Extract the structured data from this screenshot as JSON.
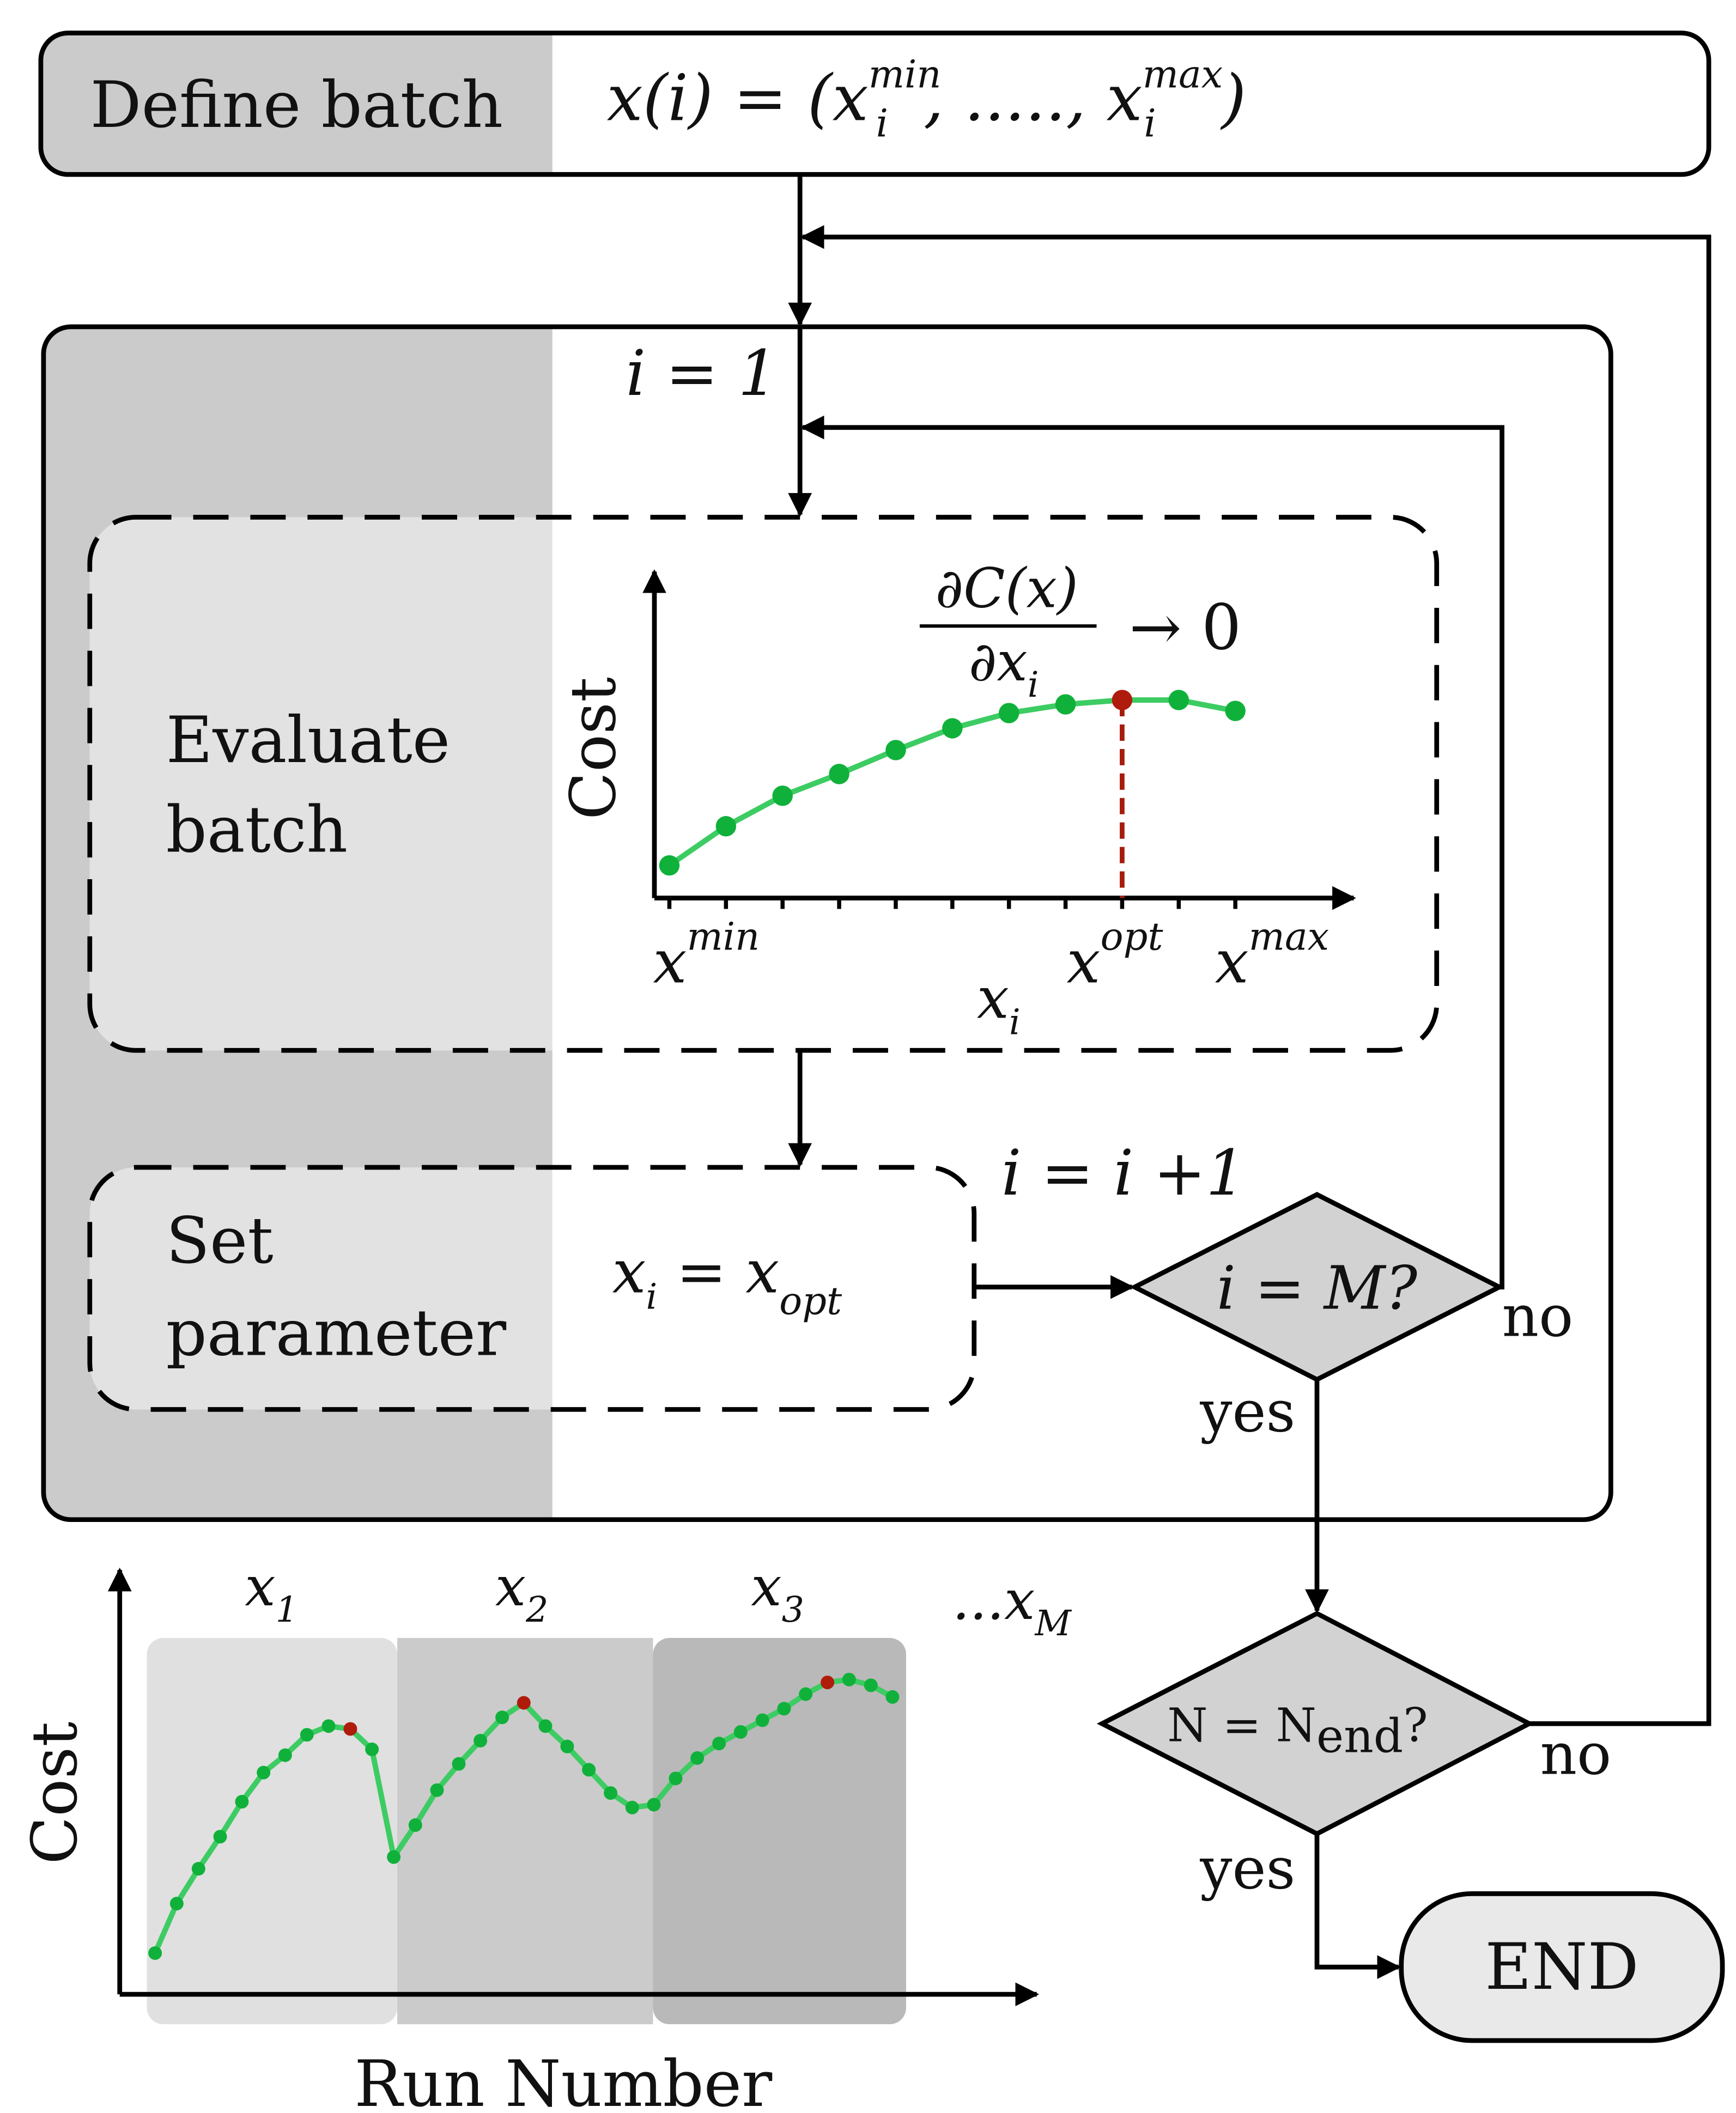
{
  "define_batch": {
    "label": "Define batch",
    "formula_main": "x(i) = (x",
    "formula_sub1": "i",
    "formula_sup1": "min",
    "formula_mid": ", ....., x",
    "formula_sub2": "i",
    "formula_sup2": "max",
    "formula_end": ")"
  },
  "loop": {
    "init_var": "i = 1",
    "increment_var": "i = i +1"
  },
  "evaluate": {
    "label_line1": "Evaluate",
    "label_line2": "batch",
    "deriv_num": "∂C(x)",
    "deriv_den": "∂x",
    "deriv_den_sub": "i",
    "deriv_arrow": "→ 0",
    "ylabel": "Cost",
    "xlabel": "x",
    "xlabel_sub": "i",
    "tick_min": "x",
    "tick_min_sup": "min",
    "tick_opt": "x",
    "tick_opt_sup": "opt",
    "tick_max": "x",
    "tick_max_sup": "max"
  },
  "set_param": {
    "label_line1": "Set",
    "label_line2": "parameter",
    "formula_lhs": "x",
    "formula_lhs_sub": "i",
    "formula_eq": " = x",
    "formula_rhs_sub": "opt"
  },
  "decision_m": {
    "text": "i = M?",
    "yes": "yes",
    "no": "no"
  },
  "decision_n": {
    "text_main": "N = N",
    "text_sub": "end",
    "text_end": "?",
    "yes": "yes",
    "no": "no"
  },
  "end_box": {
    "label": "END"
  },
  "bottom_plot": {
    "ylabel": "Cost",
    "xlabel": "Run Number",
    "batch_labels": [
      {
        "base": "x",
        "sub": "1"
      },
      {
        "base": "x",
        "sub": "2"
      },
      {
        "base": "x",
        "sub": "3"
      },
      {
        "base": "...x",
        "sub": "M"
      }
    ]
  },
  "colors": {
    "outline": "#000000",
    "panel_dark": "#cbcbcb",
    "panel_light": "#e2e2e2",
    "decision_fill": "#d2d2d2",
    "end_fill": "#e9e9e9",
    "line_green": "#3dcc63",
    "dot_green": "#10b13a",
    "dot_red": "#b01c0c",
    "band1": "#e0e0e0",
    "band2": "#cbcbcb",
    "band3": "#b9b9b9"
  },
  "chart_data": [
    {
      "type": "line",
      "title": "",
      "xlabel": "x_i",
      "ylabel": "Cost",
      "x_tick_labels": [
        "x^min",
        "x^opt",
        "x^max"
      ],
      "x": [
        0,
        1,
        2,
        3,
        4,
        5,
        6,
        7,
        8,
        9,
        10
      ],
      "series": [
        {
          "values": [
            0.15,
            0.33,
            0.47,
            0.57,
            0.68,
            0.78,
            0.85,
            0.89,
            0.91,
            0.91,
            0.86
          ]
        }
      ],
      "optimum_index": 8
    },
    {
      "type": "line",
      "title": "",
      "xlabel": "Run Number",
      "ylabel": "Cost",
      "bands": [
        "x_1",
        "x_2",
        "x_3"
      ],
      "series": [
        {
          "values": [
            0.02,
            0.19,
            0.31,
            0.42,
            0.54,
            0.64,
            0.7,
            0.77,
            0.8,
            0.79,
            0.72,
            0.35,
            0.46,
            0.58,
            0.67,
            0.75,
            0.83,
            0.88,
            0.8,
            0.73,
            0.65,
            0.57,
            0.52,
            0.53,
            0.62,
            0.69,
            0.74,
            0.78,
            0.82,
            0.86,
            0.91,
            0.95,
            0.96,
            0.94,
            0.9
          ]
        }
      ],
      "optimum_indices": [
        9,
        17,
        31
      ]
    }
  ]
}
